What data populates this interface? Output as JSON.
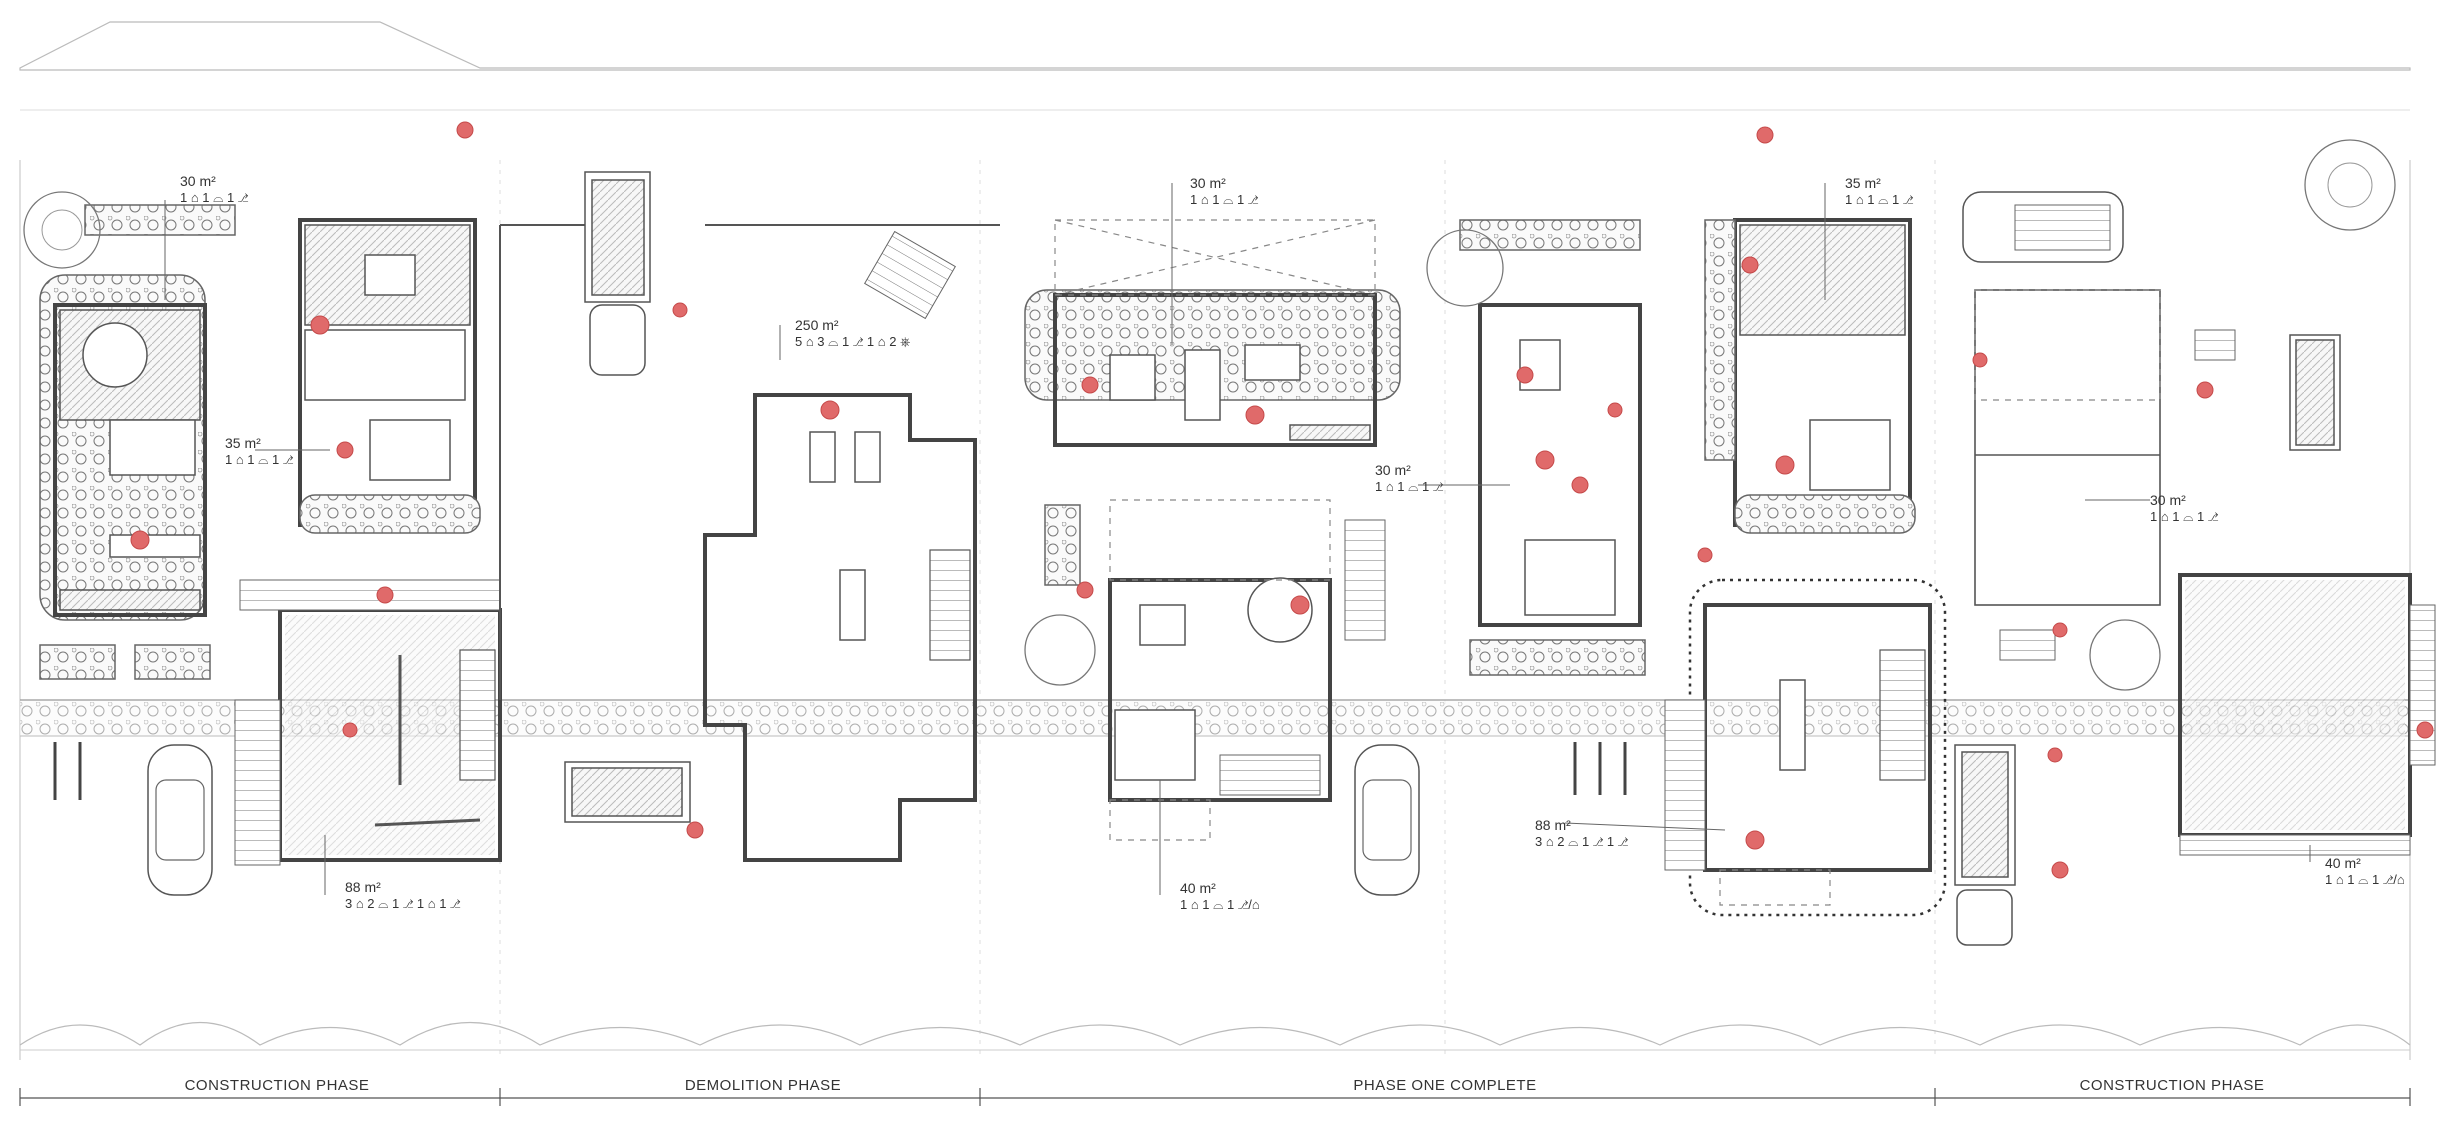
{
  "phases": [
    {
      "label": "CONSTRUCTION PHASE"
    },
    {
      "label": "DEMOLITION PHASE"
    },
    {
      "label": "PHASE ONE COMPLETE"
    },
    {
      "label": "CONSTRUCTION PHASE"
    }
  ],
  "units": [
    {
      "area": "30 m²",
      "rooms": "1 ⌂ 1 ⌓ 1 ⎇"
    },
    {
      "area": "35 m²",
      "rooms": "1 ⌂ 1 ⌓ 1 ⎇"
    },
    {
      "area": "88 m²",
      "rooms": "3 ⌂ 2 ⌓ 1 ⎇ 1 ⌂ 1 ⎇"
    },
    {
      "area": "250 m²",
      "rooms": "5 ⌂ 3 ⌓ 1 ⎇ 1 ⌂ 2 ⎈"
    },
    {
      "area": "30 m²",
      "rooms": "1 ⌂ 1 ⌓ 1 ⎇"
    },
    {
      "area": "40 m²",
      "rooms": "1 ⌂ 1 ⌓ 1 ⎇/⌂"
    },
    {
      "area": "30 m²",
      "rooms": "1 ⌂ 1 ⌓ 1 ⎇"
    },
    {
      "area": "35 m²",
      "rooms": "1 ⌂ 1 ⌓ 1 ⎇"
    },
    {
      "area": "88 m²",
      "rooms": "3 ⌂ 2 ⌓ 1 ⎇ 1 ⎇"
    },
    {
      "area": "30 m²",
      "rooms": "1 ⌂ 1 ⌓ 1 ⎇"
    },
    {
      "area": "40 m²",
      "rooms": "1 ⌂ 1 ⌓ 1 ⎇/⌂"
    }
  ],
  "colors": {
    "accent": "#e06a6a",
    "line": "#444444",
    "background": "#ffffff"
  }
}
